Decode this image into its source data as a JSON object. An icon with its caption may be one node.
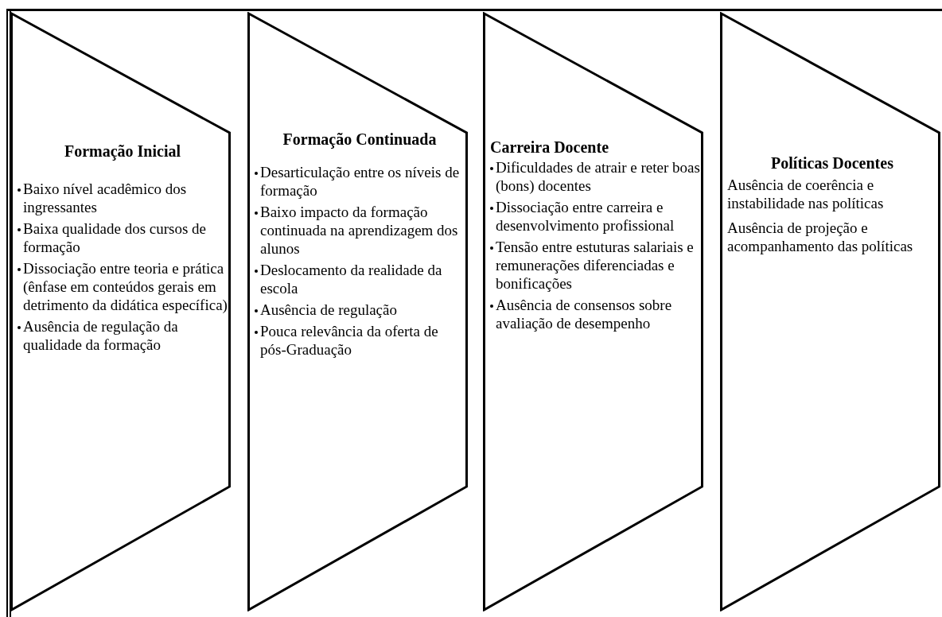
{
  "diagram": {
    "nodes": [
      {
        "text": [
          "Formação Inicial",
          "Baixo nível acadêmico dos ingressantes",
          "Baixa qualidade dos cursos de formação",
          "Dissociação entre teoria e prática (ênfase em conteúdos gerais em detrimento da didática específica)",
          "Ausência de regulação da qualidade da formação"
        ]
      },
      {
        "text": [
          "Formação Continuada",
          "Desarticulação entre os níveis de formação",
          "Baixo impacto da formação continuada na aprendizagem dos alunos",
          "Deslocamento da realidade da escola",
          "Ausência de regulação",
          "Pouca relevância da oferta de pós-Graduação"
        ]
      },
      {
        "text": [
          "Carreira Docente",
          "Dificuldades de atrair e reter boas (bons) docentes",
          "Dissociação entre carreira e desenvolvimento profissional",
          "Tensão entre estuturas salariais e remunerações diferenciadas e bonificações",
          "Ausência de consensos sobre avaliação de desempenho"
        ]
      },
      {
        "text": [
          "Políticas Docentes",
          "Ausência de coerência e instabilidade nas políticas",
          "Ausência de projeção e acompanhamento das políticas"
        ]
      }
    ]
  }
}
